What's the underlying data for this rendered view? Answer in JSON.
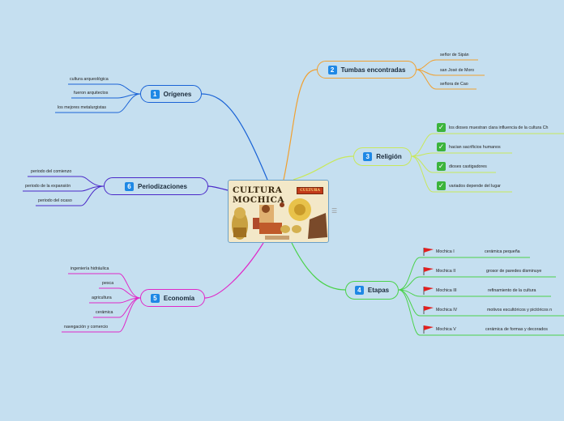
{
  "central": {
    "title": "CULTURA MOCHICA",
    "stamp": "CULTURA"
  },
  "branches": {
    "origenes": {
      "num": "1",
      "label": "Orígenes",
      "color": "#1a63d6",
      "leaves": [
        "cultura arqueológica",
        "fueron arquitectos",
        "los mejores metalurgistas"
      ]
    },
    "tumbas": {
      "num": "2",
      "label": "Tumbas encontradas",
      "color": "#f0a030",
      "leaves": [
        "señor de Sipán",
        "san José de Moro",
        "señora de Cao"
      ]
    },
    "religion": {
      "num": "3",
      "label": "Religión",
      "color": "#c8e85a",
      "leaves": [
        "los dioses muestran clara influencia de la cultura Ch",
        "hacian sacrificios humanos",
        "dioses castigadores",
        "variados depende del lugar"
      ]
    },
    "etapas": {
      "num": "4",
      "label": "Etapas",
      "color": "#4ad24a",
      "stages": [
        {
          "name": "Mochica I",
          "desc": "cerámica pequeña"
        },
        {
          "name": "Mochica II",
          "desc": "grosor de paredes disminuye"
        },
        {
          "name": "Mochica III",
          "desc": "refinamiento de la cultura"
        },
        {
          "name": "Mochica IV",
          "desc": "motivos escultóricos y pictóricos n"
        },
        {
          "name": "Mochica V",
          "desc": "cerámica de formas y decorados"
        }
      ]
    },
    "economia": {
      "num": "5",
      "label": "Economía",
      "color": "#e028c8",
      "leaves": [
        "ingeniería hidráulica",
        "pesca",
        "agricultura",
        "cerámica",
        "navegación y comercio"
      ]
    },
    "periodizaciones": {
      "num": "6",
      "label": "Periodizaciones",
      "color": "#4a28c8",
      "leaves": [
        "periodo del comienzo",
        "periodo de la expansión",
        "periodo del ocaso"
      ]
    }
  },
  "colors": {
    "background": "#c5dff0",
    "badge": "#1e88e5",
    "check": "#3cb43c",
    "flag": "#e02020"
  },
  "icons": {
    "check": "check-icon",
    "flag": "flag-icon",
    "menu": "menu-icon"
  }
}
